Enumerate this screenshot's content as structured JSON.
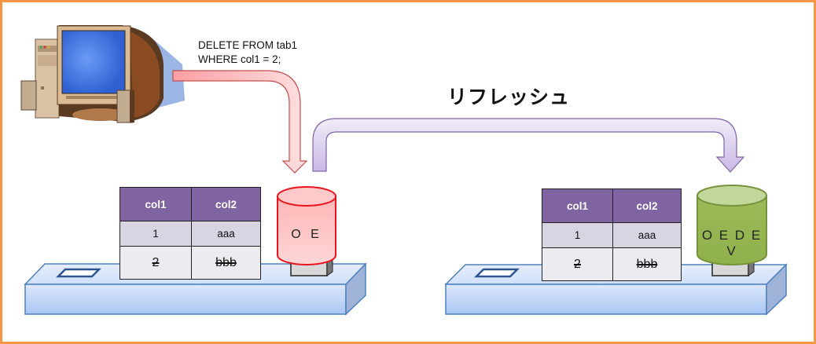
{
  "client": {
    "icon": "desktop-computer-icon",
    "sql_lines": [
      "DELETE FROM tab1",
      "WHERE col1 = 2;"
    ]
  },
  "refresh": {
    "label": "リフレッシュ"
  },
  "source_db": {
    "name": "O E",
    "cylinder_color": "#ffb3b3",
    "cylinder_border": "#e8141e",
    "table": {
      "headers": [
        "col1",
        "col2"
      ],
      "rows": [
        {
          "col1": "1",
          "col2": "aaa",
          "deleted": false
        },
        {
          "col1": "2",
          "col2": "bbb",
          "deleted": true
        }
      ]
    }
  },
  "target_db": {
    "name": "O E D E V",
    "cylinder_color": "#9bbb59",
    "cylinder_border": "#76923c",
    "table": {
      "headers": [
        "col1",
        "col2"
      ],
      "rows": [
        {
          "col1": "1",
          "col2": "aaa",
          "deleted": false
        },
        {
          "col1": "2",
          "col2": "bbb",
          "deleted": true
        }
      ]
    }
  },
  "colors": {
    "frame_border": "#f79646",
    "table_header": "#8064a2",
    "platform_fill": "#c6d9f7",
    "platform_border": "#4f81bd",
    "delete_arrow": "#ffc7c7",
    "refresh_arrow": "#ddd2ef"
  }
}
